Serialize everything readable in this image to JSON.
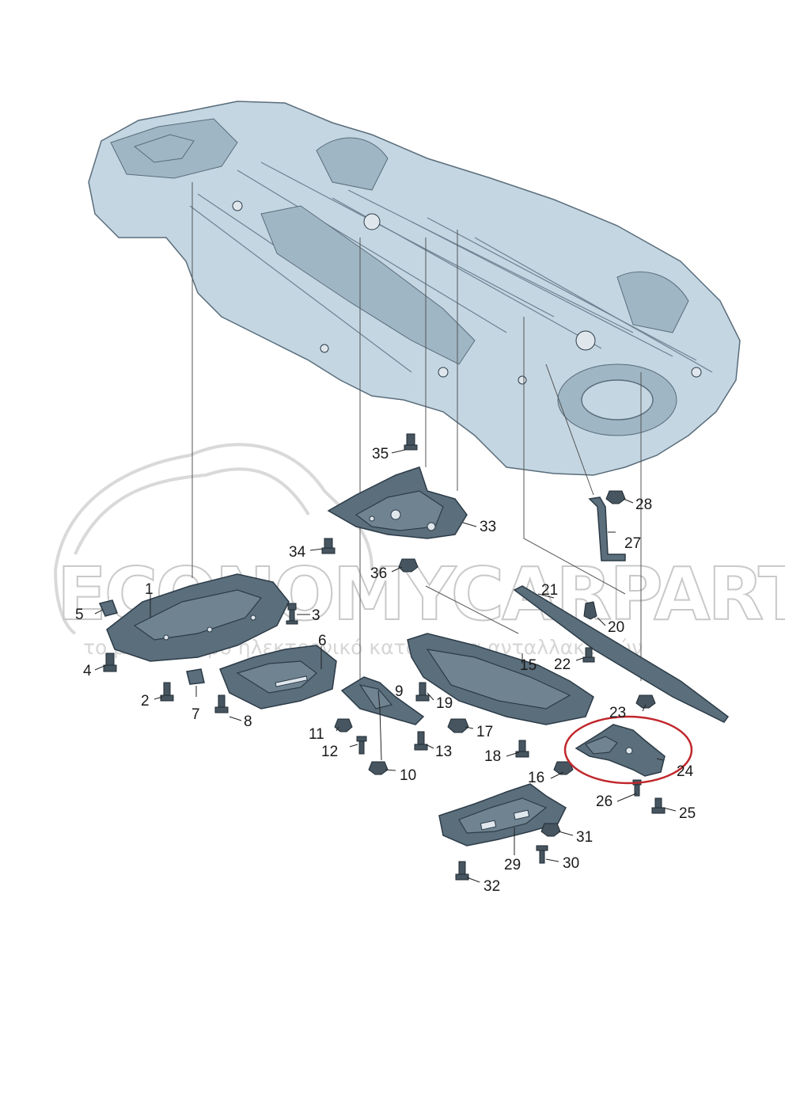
{
  "watermark": {
    "brand": "ECONOMYCARPARTS.GR",
    "tagline": "το μεγαλύτερο ηλεκτρονικό κατάστημα ανταλλακτικών"
  },
  "highlight": {
    "color": "#c0262b"
  },
  "colors": {
    "part": "#5b6e7c",
    "body": "#c4d6e2"
  },
  "labels": {
    "l1": "1",
    "l2": "2",
    "l3": "3",
    "l4": "4",
    "l5": "5",
    "l6": "6",
    "l7": "7",
    "l8": "8",
    "l9": "9",
    "l10": "10",
    "l11": "11",
    "l12": "12",
    "l13": "13",
    "l15": "15",
    "l16": "16",
    "l17": "17",
    "l18": "18",
    "l19": "19",
    "l20": "20",
    "l21": "21",
    "l22": "22",
    "l23": "23",
    "l24": "24",
    "l25": "25",
    "l26": "26",
    "l27": "27",
    "l28": "28",
    "l29": "29",
    "l30": "30",
    "l31": "31",
    "l32": "32",
    "l33": "33",
    "l34": "34",
    "l35": "35",
    "l36": "36"
  }
}
